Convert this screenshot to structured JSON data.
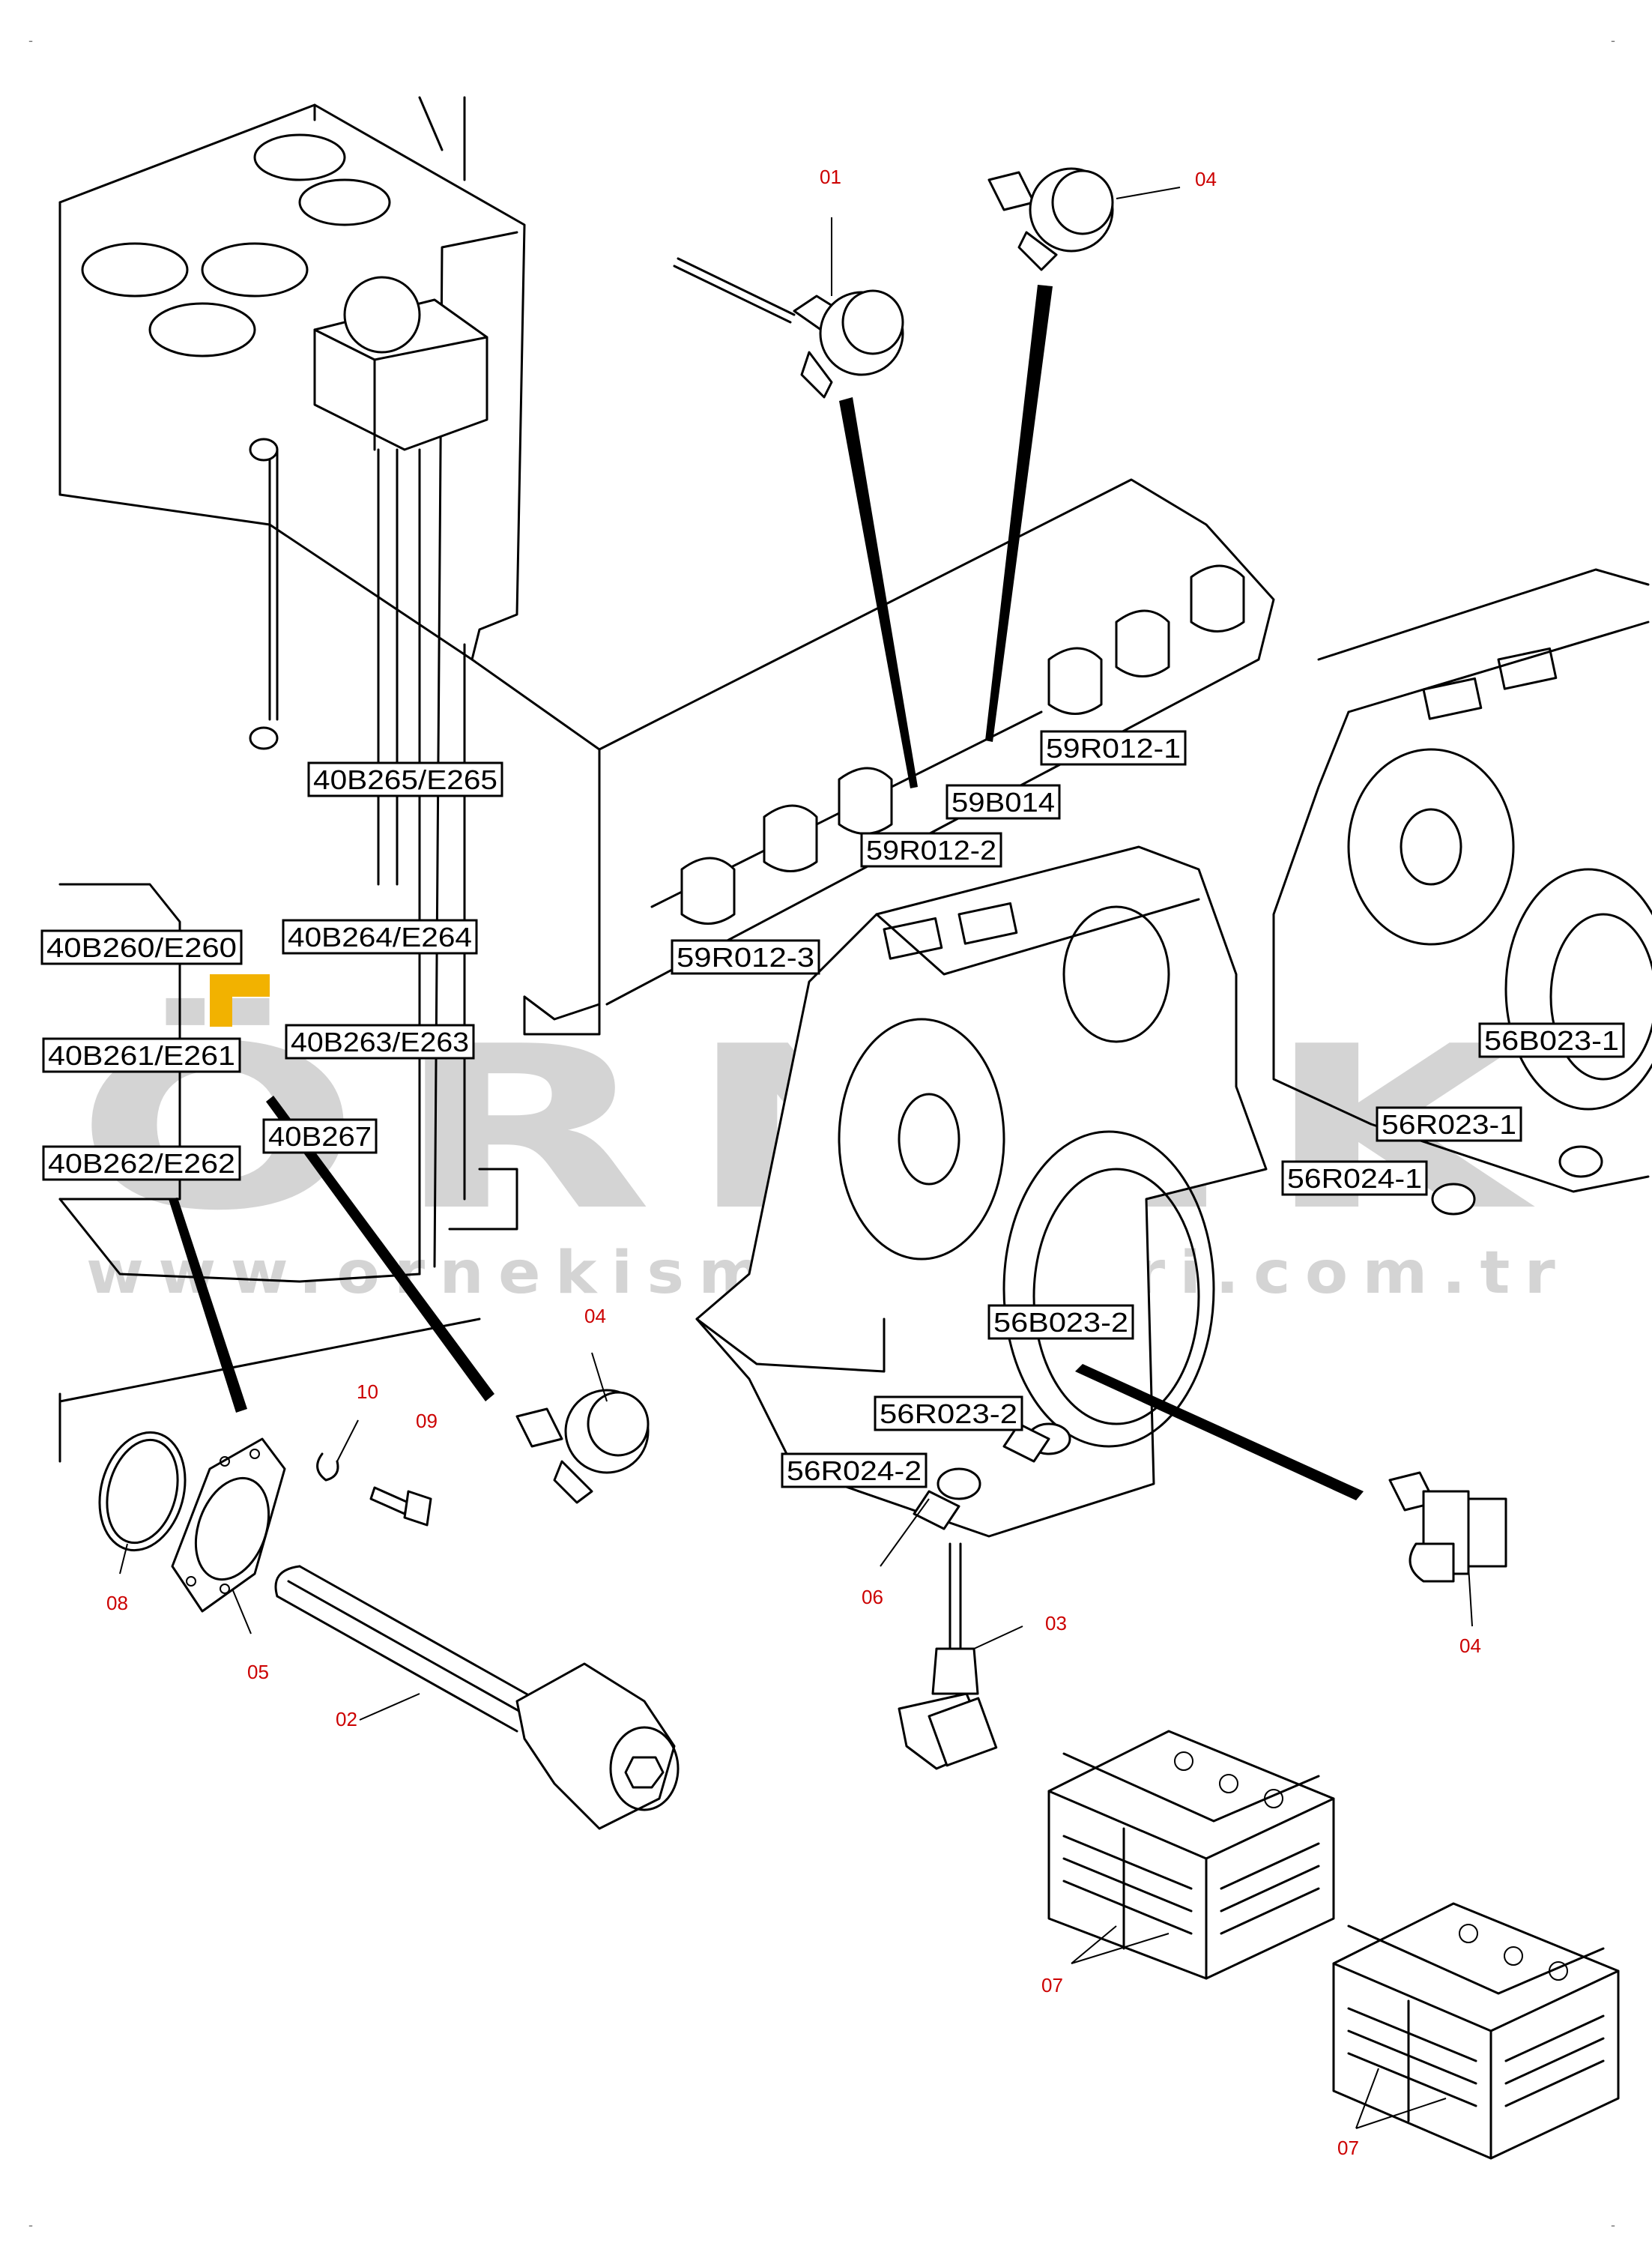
{
  "colors": {
    "line": "#000000",
    "part_number": "#cc0000",
    "watermark": "#d4d4d4",
    "watermark_accent": "#f2b200",
    "background": "#ffffff"
  },
  "watermark": {
    "brand": "ÖRNEK",
    "url": "www.ornekismakinalari.com.tr"
  },
  "sensor_codes": [
    "40B265/E265",
    "40B264/E264",
    "40B263/E263",
    "40B260/E260",
    "40B261/E261",
    "40B262/E262",
    "40B267",
    "59R012-1",
    "59B014",
    "59R012-2",
    "59R012-3",
    "56B023-1",
    "56R023-1",
    "56R024-1",
    "56B023-2",
    "56R023-2",
    "56R024-2"
  ],
  "part_numbers": [
    "01",
    "04",
    "04",
    "10",
    "09",
    "08",
    "05",
    "02",
    "06",
    "03",
    "04",
    "07",
    "07"
  ],
  "icons": [
    "tilde-corner-mark"
  ]
}
